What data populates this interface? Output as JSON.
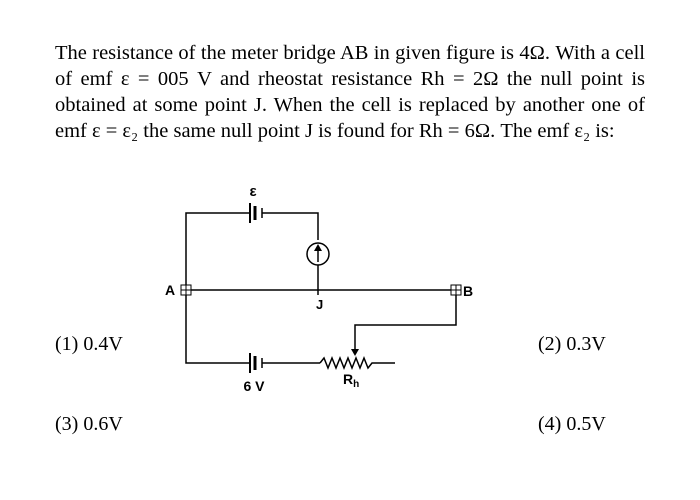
{
  "question": {
    "text": "The resistance of the meter bridge AB in given figure is 4Ω. With a cell of emf ε = 005 V and rheostat resistance Rh = 2Ω the null point is obtained at some point J. When the cell is replaced by another one of emf ε = ε₂ the same null point J is found for Rh = 6Ω. The emf ε₂ is:"
  },
  "figure": {
    "label_epsilon": "ε",
    "label_a": "A",
    "label_b": "B",
    "label_j": "J",
    "label_6v": "6 V",
    "label_rh_main": "R",
    "label_rh_sub": "h"
  },
  "options": [
    {
      "label": "(1) 0.4V"
    },
    {
      "label": "(2) 0.3V"
    },
    {
      "label": "(3)  0.6V"
    },
    {
      "label": "(4) 0.5V"
    }
  ]
}
